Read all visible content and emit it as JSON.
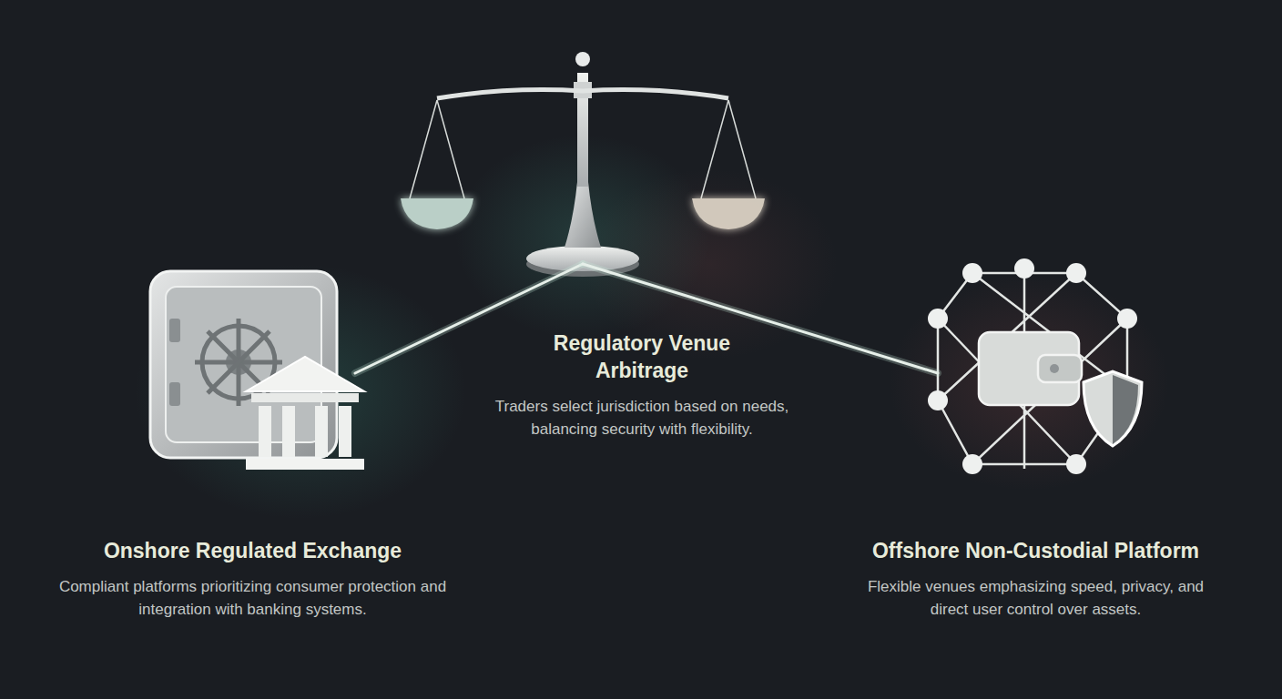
{
  "diagram": {
    "nodes": [
      {
        "text": [
          "Regulatory Venue Arbitrage",
          "Traders select jurisdiction based on needs, balancing security with flexibility."
        ]
      },
      {
        "text": [
          "Onshore Regulated Exchange",
          "Compliant platforms prioritizing consumer protection and integration with banking systems."
        ]
      },
      {
        "text": [
          "Offshore Non-Custodial Platform",
          "Flexible venues emphasizing speed, privacy, and direct user control over assets."
        ]
      }
    ],
    "edges": [
      {
        "from": 0,
        "to": 1,
        "arrow": "none"
      },
      {
        "from": 0,
        "to": 2,
        "arrow": "none"
      }
    ]
  }
}
